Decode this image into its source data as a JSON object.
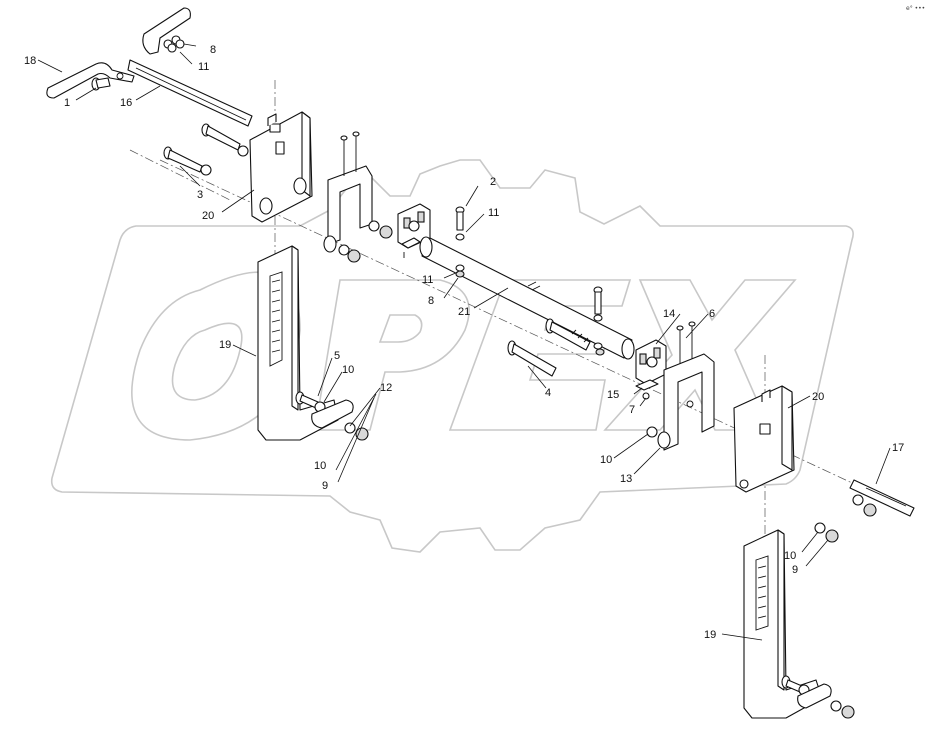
{
  "watermark": {
    "brand": "OPEX"
  },
  "corner_mark": "e° •••",
  "callouts": [
    {
      "id": "c1",
      "text": "1"
    },
    {
      "id": "c2",
      "text": "2"
    },
    {
      "id": "c3",
      "text": "3"
    },
    {
      "id": "c4",
      "text": "4"
    },
    {
      "id": "c5",
      "text": "5"
    },
    {
      "id": "c6",
      "text": "6"
    },
    {
      "id": "c7",
      "text": "7"
    },
    {
      "id": "c8a",
      "text": "8"
    },
    {
      "id": "c8b",
      "text": "8"
    },
    {
      "id": "c9a",
      "text": "9"
    },
    {
      "id": "c9b",
      "text": "9"
    },
    {
      "id": "c10a",
      "text": "10"
    },
    {
      "id": "c10b",
      "text": "10"
    },
    {
      "id": "c10c",
      "text": "10"
    },
    {
      "id": "c10d",
      "text": "10"
    },
    {
      "id": "c11a",
      "text": "11"
    },
    {
      "id": "c11b",
      "text": "11"
    },
    {
      "id": "c11c",
      "text": "11"
    },
    {
      "id": "c12",
      "text": "12"
    },
    {
      "id": "c13",
      "text": "13"
    },
    {
      "id": "c14",
      "text": "14"
    },
    {
      "id": "c15",
      "text": "15"
    },
    {
      "id": "c16",
      "text": "16"
    },
    {
      "id": "c17",
      "text": "17"
    },
    {
      "id": "c18",
      "text": "18"
    },
    {
      "id": "c19a",
      "text": "19"
    },
    {
      "id": "c19b",
      "text": "19"
    },
    {
      "id": "c20a",
      "text": "20"
    },
    {
      "id": "c20b",
      "text": "20"
    },
    {
      "id": "c21",
      "text": "21"
    }
  ]
}
